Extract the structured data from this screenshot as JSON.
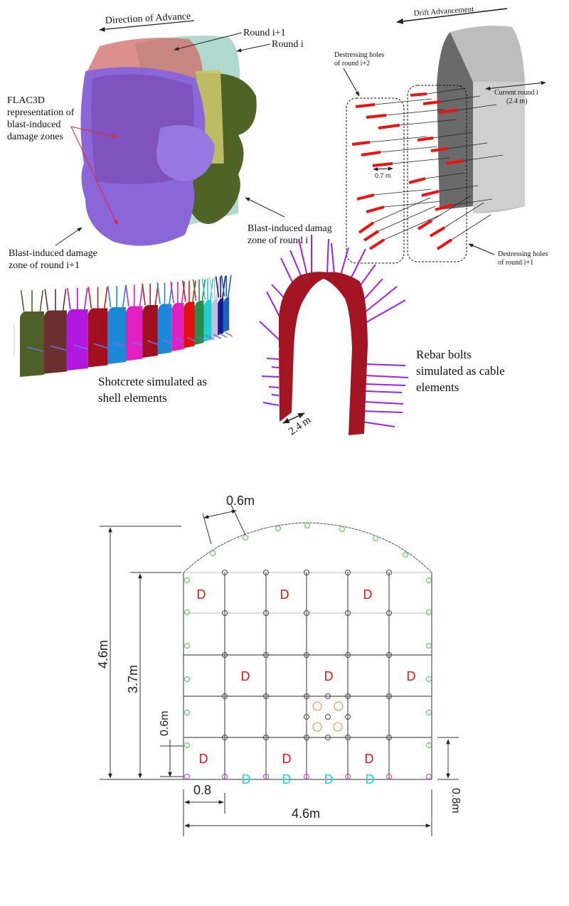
{
  "panel_a": {
    "direction": "Direction of Advance",
    "round_next": "Round i+1",
    "round_cur": "Round i",
    "flac_label": [
      "FLAC3D",
      "representation of",
      "blast-induced",
      "damage zones"
    ],
    "damage_next": [
      "Blast-induced damage",
      "zone of round i+1"
    ],
    "damage_cur": [
      "Blast-induced damag",
      "zone of round i"
    ]
  },
  "panel_b": {
    "drift": "Drift Advancement",
    "holes_i2": [
      "Destressing holes",
      "of round i+2"
    ],
    "current_round": [
      "Current round i",
      "(2.4 m)"
    ],
    "spacing": "0.7 m",
    "holes_i1": [
      "Destressing holes",
      "of round i+1"
    ]
  },
  "panel_c": {
    "shotcrete": [
      "Shotcrete simulated as",
      "shell elements"
    ]
  },
  "panel_d": {
    "length": "2.4 m",
    "rebar": [
      "Rebar bolts",
      "simulated as cable",
      "elements"
    ]
  },
  "layout_diagram": {
    "arc_spacing": "0.6m",
    "total_height": "4.6m",
    "wall_height": "3.7m",
    "lifter_offset": "0.6m",
    "hole_spacing": "0.8",
    "width": "4.6m",
    "right_offset": "0.8m",
    "marker_label": "D",
    "colors": {
      "perimeter": "#44cc44",
      "production": "#444444",
      "cut": "#f08040",
      "lifter": "#dd33dd",
      "marker_red": "#ee1111",
      "marker_cyan": "#11dddd"
    }
  }
}
